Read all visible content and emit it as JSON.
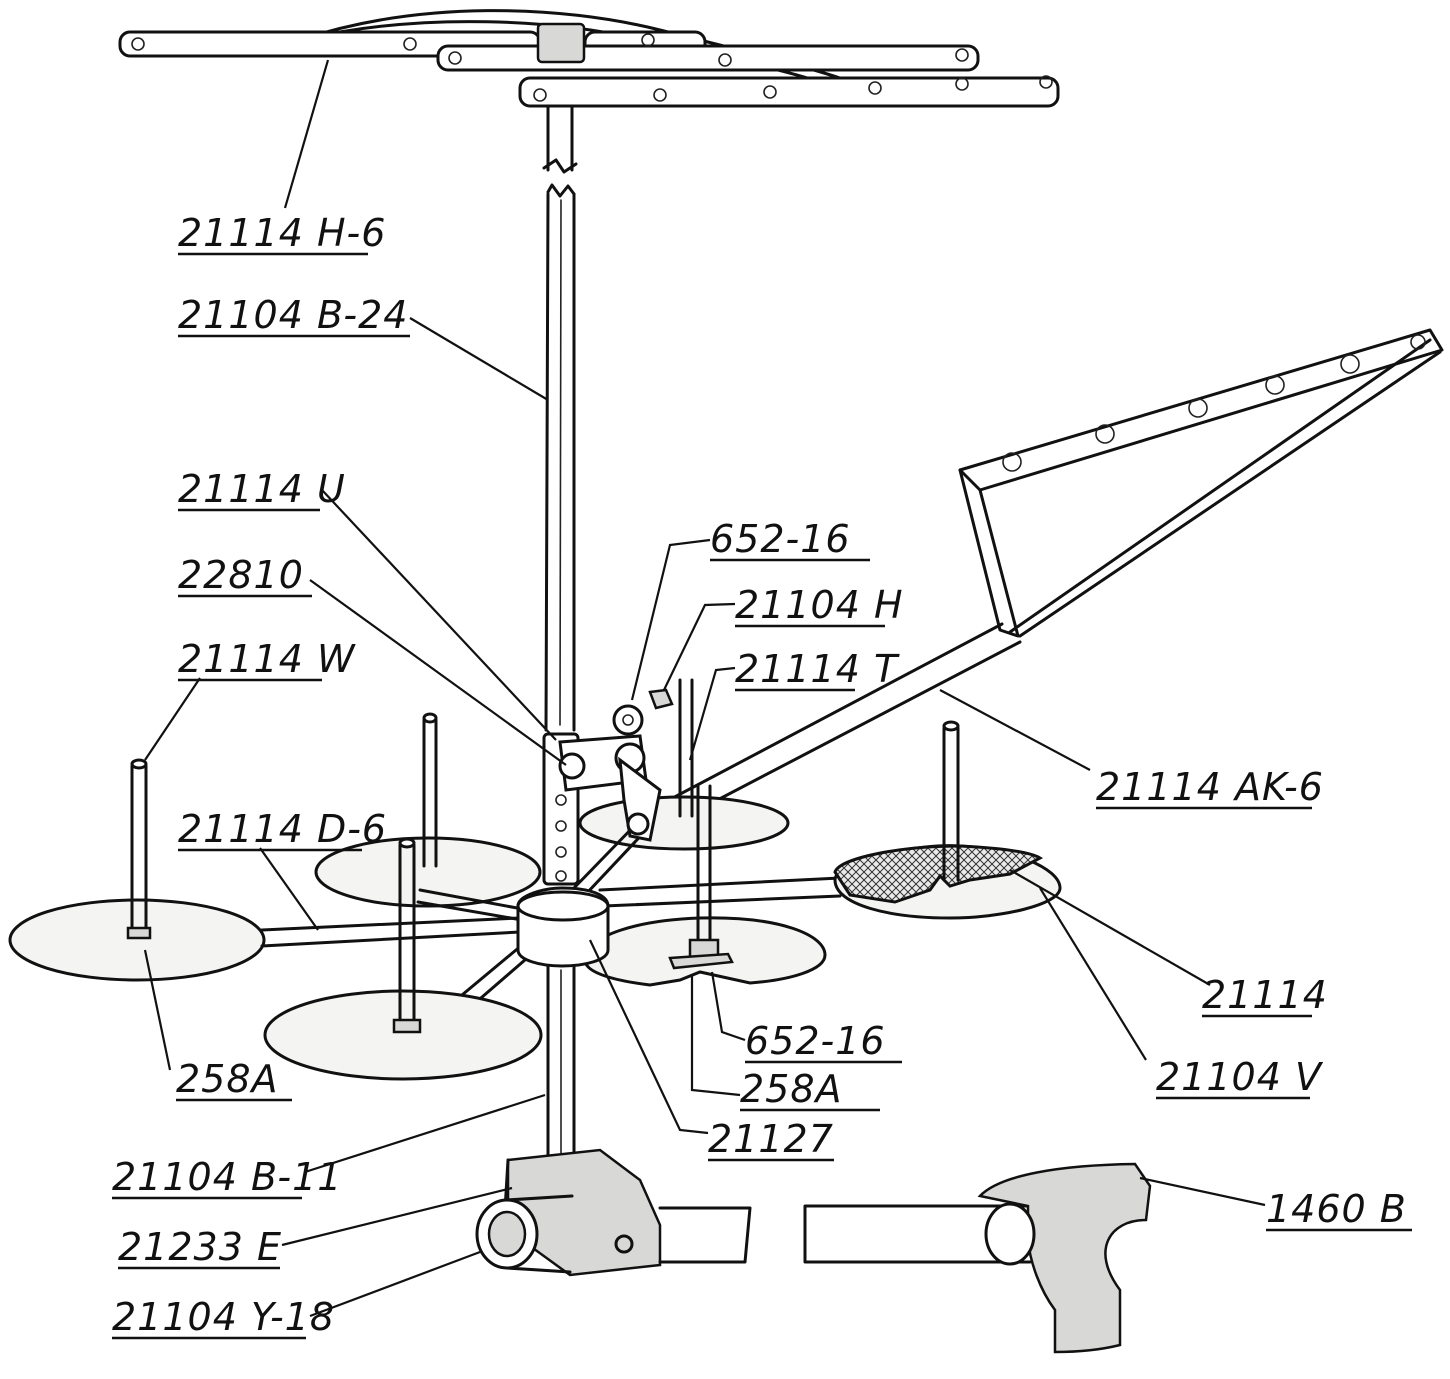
{
  "labels": {
    "l_21114h6": "21114 H-6",
    "l_21104b24": "21104 B-24",
    "l_21114u": "21114 U",
    "l_22810": "22810",
    "l_21114w": "21114 W",
    "l_21114d6": "21114 D-6",
    "l_258a_left": "258A",
    "l_652_16_top": "652-16",
    "l_21104h": "21104 H",
    "l_21114t": "21114 T",
    "l_21114ak6": "21114 AK-6",
    "l_21114": "21114",
    "l_21104v": "21104 V",
    "l_652_16_bot": "652-16",
    "l_258a_mid": "258A",
    "l_21127": "21127",
    "l_21104b11": "21104 B-11",
    "l_21233e": "21233 E",
    "l_21104y18": "21104 Y-18",
    "l_1460b": "1460 B"
  }
}
